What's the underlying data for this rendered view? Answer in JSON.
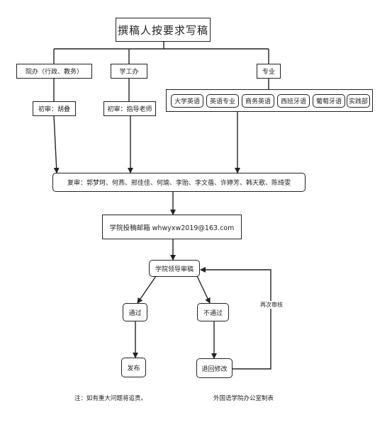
{
  "title": "撰稿人按要求写稿",
  "departments": {
    "college_office": "院办（行政、教务）",
    "student_office": "学工办",
    "major": "专业"
  },
  "majors": [
    "大学英语",
    "英语专业",
    "商务英语",
    "西班牙语",
    "葡萄牙语",
    "实践部"
  ],
  "first_review": {
    "college_office": "初审：胡叠",
    "student_office": "初审：指导老师"
  },
  "second_review": "复审：郭梦珂、何燕、邢佳佳、何瑜、李贻、李文蓓、许婷芳、韩天歌、陈绮雯",
  "submission_email": "学院投稿邮箱 whwyxw2019@163.com",
  "leader_review": "学院领导审稿",
  "outcomes": {
    "pass": "通过",
    "fail": "不通过",
    "publish": "发布",
    "revise": "退回修改",
    "re_review": "再次审核"
  },
  "footer": {
    "note": "注：如有重大问题将追责。",
    "made_by": "外国语学院办公室制表"
  }
}
